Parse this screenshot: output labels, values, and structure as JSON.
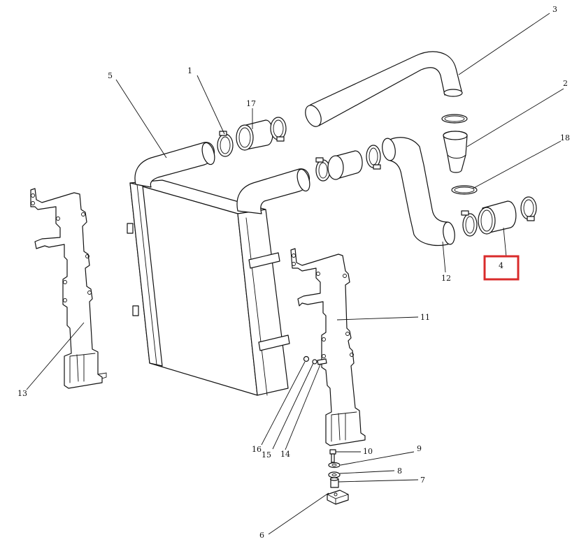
{
  "diagram": {
    "labels": [
      {
        "id": "1",
        "text": "1"
      },
      {
        "id": "2",
        "text": "2"
      },
      {
        "id": "3",
        "text": "3"
      },
      {
        "id": "4",
        "text": "4"
      },
      {
        "id": "5",
        "text": "5"
      },
      {
        "id": "6",
        "text": "6"
      },
      {
        "id": "7",
        "text": "7"
      },
      {
        "id": "8",
        "text": "8"
      },
      {
        "id": "9",
        "text": "9"
      },
      {
        "id": "10",
        "text": "10"
      },
      {
        "id": "11",
        "text": "11"
      },
      {
        "id": "12",
        "text": "12"
      },
      {
        "id": "13",
        "text": "13"
      },
      {
        "id": "14",
        "text": "14"
      },
      {
        "id": "15",
        "text": "15"
      },
      {
        "id": "16",
        "text": "16"
      },
      {
        "id": "17",
        "text": "17"
      },
      {
        "id": "18",
        "text": "18"
      }
    ],
    "highlighted_label": "4",
    "highlight_color": "#d92b2b"
  }
}
